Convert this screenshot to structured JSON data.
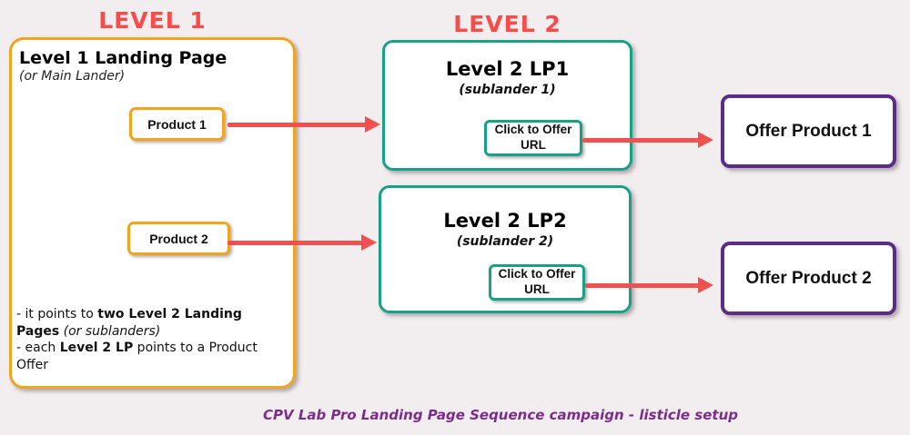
{
  "colors": {
    "background": "#f2edee",
    "level_heading_red": "#fa4b4b",
    "arrow_red": "#f15050",
    "orange_border": "#f0a51e",
    "teal_border": "#17a287",
    "purple_border": "#5c2d86",
    "caption_purple": "#7b2d8b",
    "box_fill": "#ffffff"
  },
  "headings": {
    "level1": "LEVEL 1",
    "level2": "LEVEL 2"
  },
  "level1_box": {
    "title": "Level 1 Landing Page",
    "subtitle": "(or Main Lander)",
    "product1_label": "Product 1",
    "product2_label": "Product 2",
    "notes": {
      "line1_prefix": "- it points to ",
      "line1_bold": "two Level 2 Landing Pages",
      "line1_italic": " (or sublanders)",
      "line2_prefix": "- each ",
      "line2_bold": "Level 2 LP",
      "line2_suffix": " points to a Product Offer"
    }
  },
  "level2_boxes": [
    {
      "title": "Level 2 LP1",
      "subtitle": "(sublander 1)",
      "button_label": "Click to Offer URL"
    },
    {
      "title": "Level 2 LP2",
      "subtitle": "(sublander 2)",
      "button_label": "Click to Offer URL"
    }
  ],
  "offer_boxes": [
    {
      "label": "Offer Product 1"
    },
    {
      "label": "Offer Product 2"
    }
  ],
  "caption": "CPV Lab Pro Landing Page Sequence campaign - listicle setup"
}
